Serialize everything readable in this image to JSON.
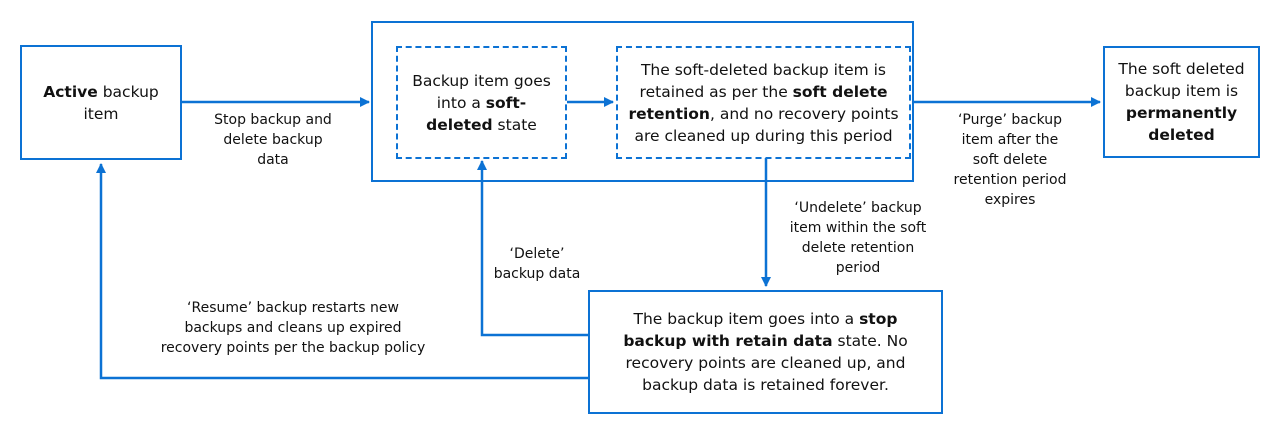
{
  "nodes": {
    "active": {
      "bold": "Active",
      "text": " backup item"
    },
    "soft_deleted": {
      "pre": "Backup item goes into a ",
      "bold": "soft-deleted",
      "post": " state"
    },
    "retention": {
      "pre": "The soft-deleted backup item is retained as per the ",
      "bold": "soft delete retention",
      "post": ", and no recovery points are cleaned up during this period"
    },
    "permanent": {
      "pre": "The soft deleted backup item is ",
      "bold": "permanently deleted"
    },
    "stop_retain": {
      "pre": "The backup item goes into a ",
      "bold": "stop backup with retain data",
      "post": " state. No recovery points are cleaned up, and backup data is retained forever."
    }
  },
  "edges": {
    "stop_delete": [
      "Stop backup and",
      "delete  backup",
      "data"
    ],
    "purge": [
      "‘Purge’ backup",
      "item after the",
      "soft delete",
      "retention period",
      "expires"
    ],
    "undelete": [
      "‘Undelete’ backup",
      "item within the soft",
      "delete retention",
      "period"
    ],
    "delete": [
      "‘Delete’",
      "backup data"
    ],
    "resume": [
      "‘Resume’ backup restarts new",
      "backups and cleans up expired",
      "recovery points per the backup policy"
    ]
  },
  "colors": {
    "accent": "#0c72d4",
    "text": "#111111"
  }
}
